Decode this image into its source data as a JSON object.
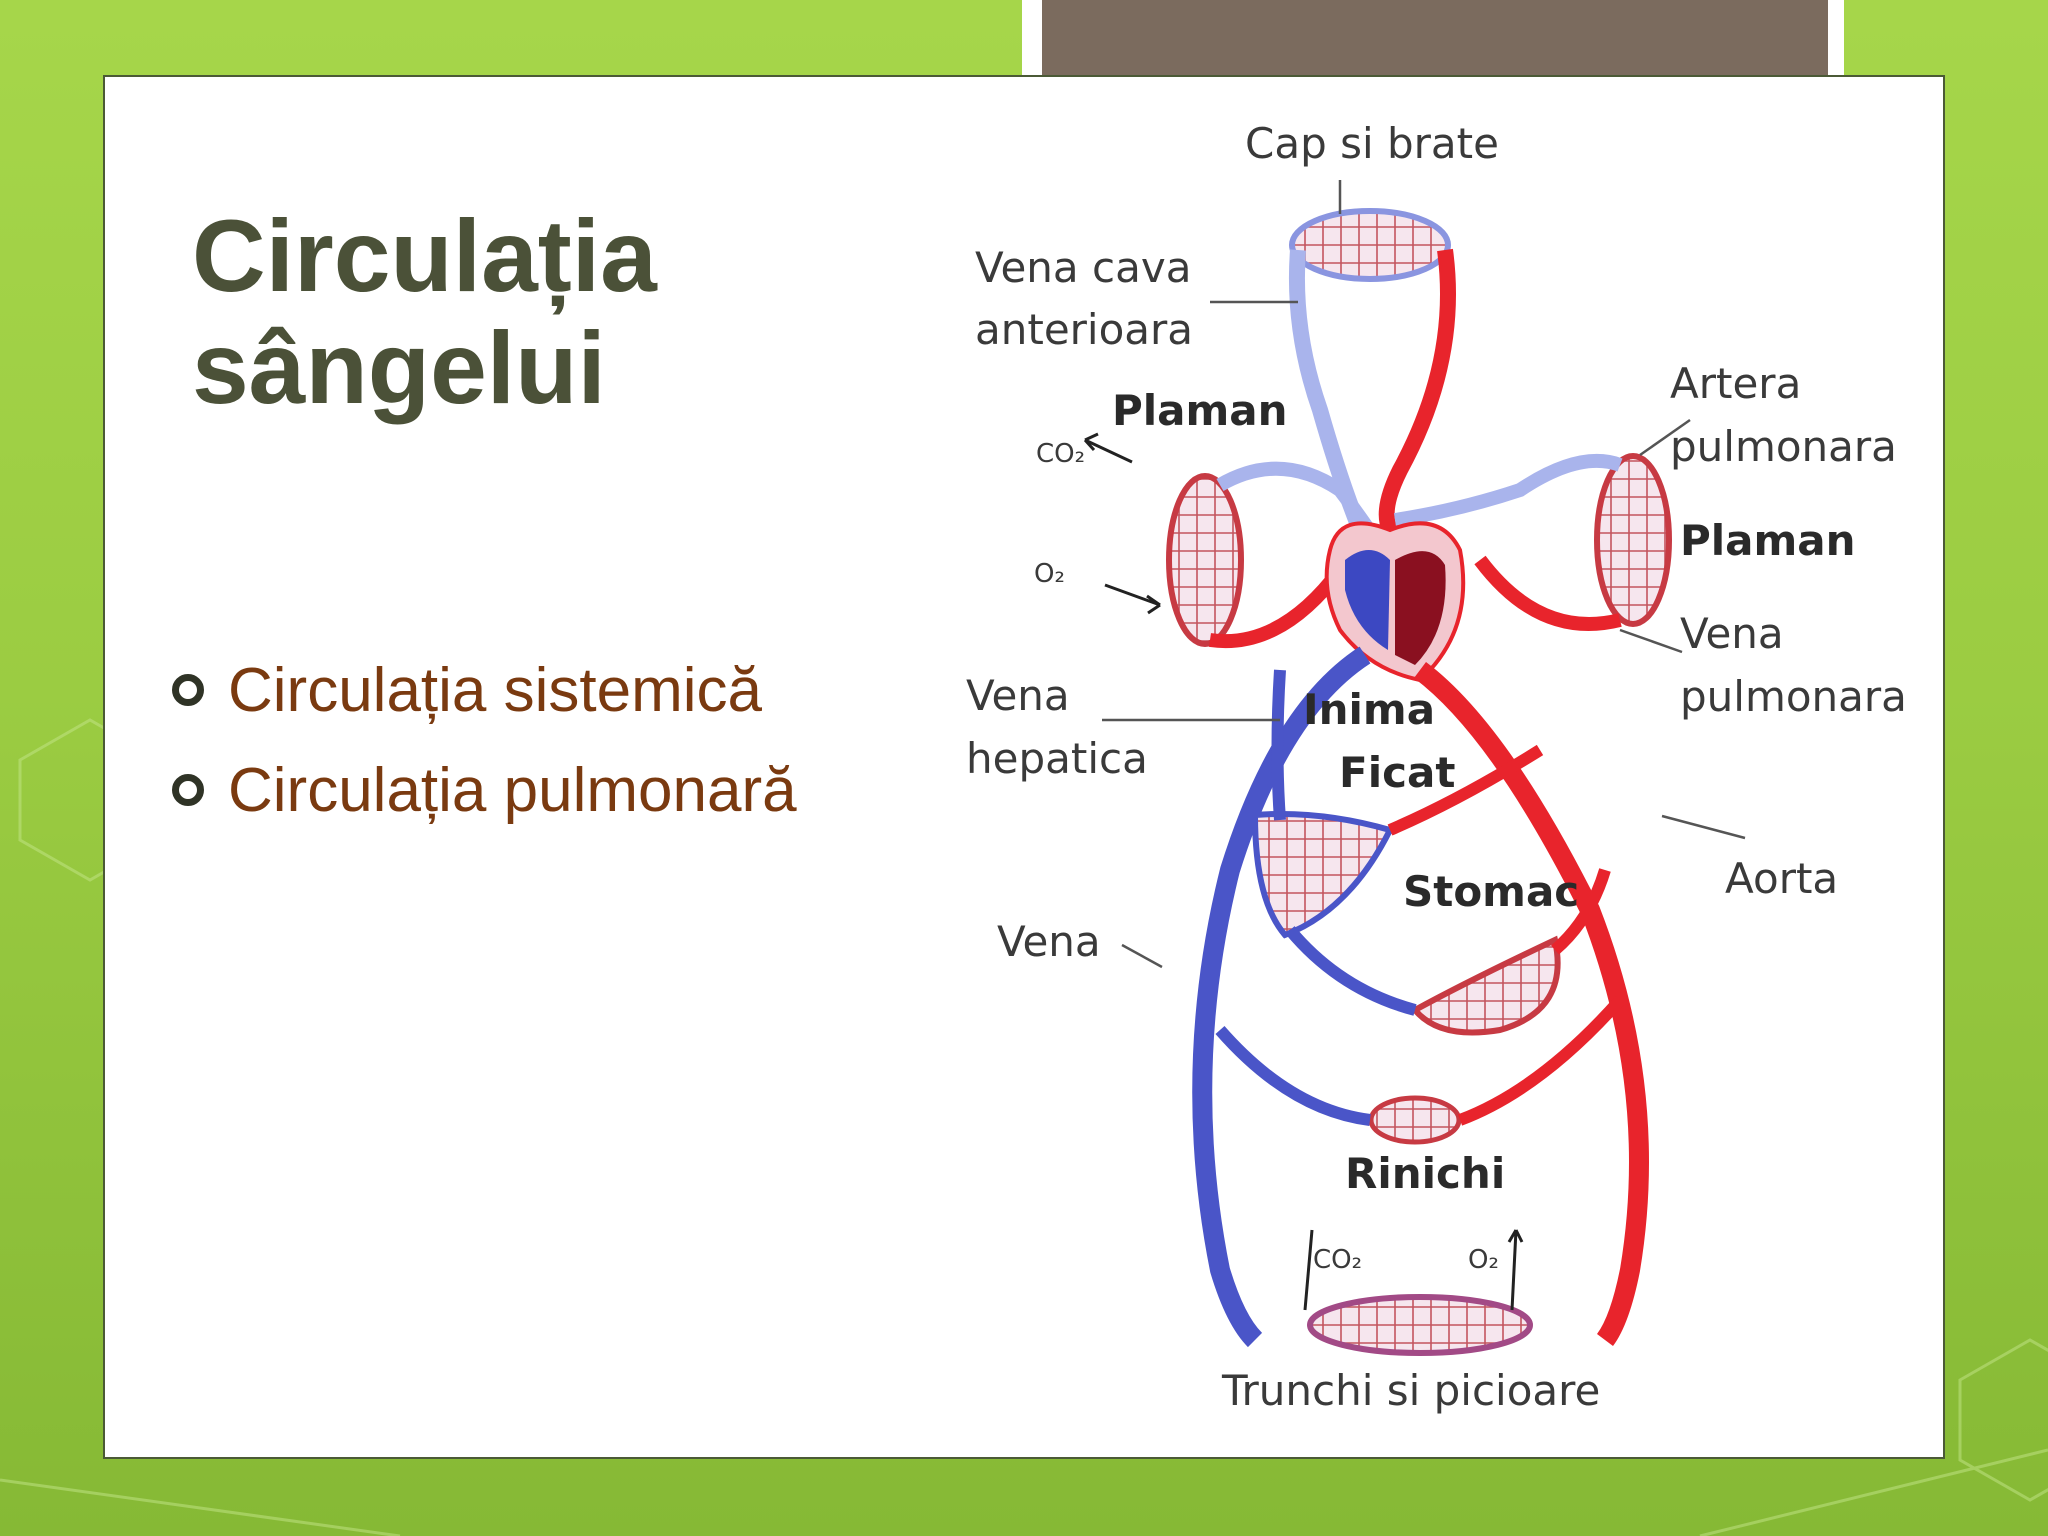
{
  "slide": {
    "title_line1": "Circulația",
    "title_line2": "sângelui",
    "bullets": [
      "Circulația sistemică",
      "Circulația pulmonară"
    ]
  },
  "diagram": {
    "labels": {
      "head_arms": "Cap si brate",
      "vena_cava_1": "Vena cava",
      "vena_cava_2": "anterioara",
      "lung_left": "Plaman",
      "co2_left": "CO₂",
      "o2_left": "O₂",
      "artera_1": "Artera",
      "artera_2": "pulmonara",
      "lung_right": "Plaman",
      "vena_pulm_1": "Vena",
      "vena_pulm_2": "pulmonara",
      "vena_hep_1": "Vena",
      "vena_hep_2": "hepatica",
      "heart": "Inima",
      "liver": "Ficat",
      "stomach": "Stomac",
      "aorta": "Aorta",
      "vein": "Vena",
      "kidney": "Rinichi",
      "co2_bottom": "CO₂",
      "o2_bottom": "O₂",
      "trunk_legs": "Trunchi si picioare"
    },
    "colors": {
      "artery": "#e8242c",
      "vein": "#4a55c8",
      "vein_light": "#a9b4ec"
    }
  }
}
